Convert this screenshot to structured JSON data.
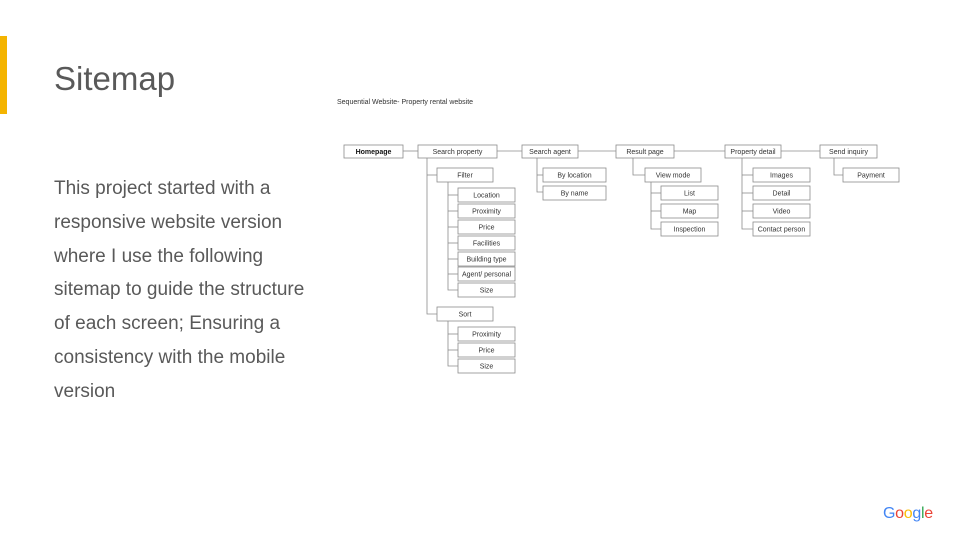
{
  "slide": {
    "title": "Sitemap",
    "body": "This project started with a responsive website version where I use the following sitemap to guide the structure of each screen; Ensuring a consistency with the mobile version",
    "accent_color": "#f4b400"
  },
  "diagram": {
    "title": "Sequential Website- Property rental website",
    "nodes": {
      "homepage": "Homepage",
      "search_property": "Search property",
      "filter": "Filter",
      "location": "Location",
      "proximity": "Proximity",
      "price": "Price",
      "facilities": "Facilities",
      "building_type": "Building type",
      "agent_personal": "Agent/ personal",
      "size": "Size",
      "sort": "Sort",
      "sort_proximity": "Proximity",
      "sort_price": "Price",
      "sort_size": "Size",
      "search_agent": "Search agent",
      "by_location": "By location",
      "by_name": "By name",
      "result_page": "Result page",
      "view_mode": "View mode",
      "list": "List",
      "map": "Map",
      "inspection": "Inspection",
      "property_detail": "Property detail",
      "images": "Images",
      "detail": "Detail",
      "video": "Video",
      "contact_person": "Contact person",
      "send_inquiry": "Send inquiry",
      "payment": "Payment"
    }
  },
  "logo": {
    "letters": [
      "G",
      "o",
      "o",
      "g",
      "l",
      "e"
    ],
    "colors": [
      "#4285f4",
      "#ea4335",
      "#fbbc05",
      "#4285f4",
      "#34a853",
      "#ea4335"
    ]
  }
}
